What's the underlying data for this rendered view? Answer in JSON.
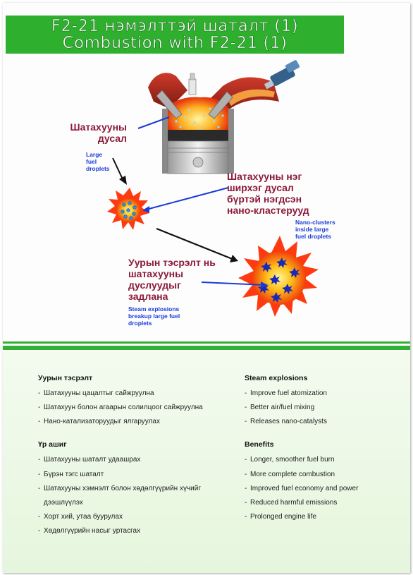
{
  "title": {
    "line1": "F2-21 нэмэлттэй шаталт (1)",
    "line2": "Combustion with F2-21 (1)"
  },
  "diagram": {
    "fuel_droplet": {
      "label_mn_1": "Шатахууны",
      "label_mn_2": "дусал",
      "label_en_1": "Large",
      "label_en_2": "fuel",
      "label_en_3": "droplets"
    },
    "nano_clusters": {
      "label_mn_1": "Шатахууны нэг",
      "label_mn_2": "ширхэг дусал",
      "label_mn_3": "бүртэй нэгдсэн",
      "label_mn_4": "нано-кластерууд",
      "label_en_1": "Nano-clusters",
      "label_en_2": "inside large",
      "label_en_3": "fuel droplets"
    },
    "steam_explosion": {
      "label_mn_1": "Уурын тэсрэлт нь",
      "label_mn_2": "шатахууны",
      "label_mn_3": "дуслуудыг",
      "label_mn_4": "задлана",
      "label_en_1": "Steam explosions",
      "label_en_2": "breakup large fuel",
      "label_en_3": "droplets"
    },
    "colors": {
      "label_mn": "#8b1a3a",
      "label_en": "#1a3cd6",
      "accent_green": "#2eb02e"
    }
  },
  "left": {
    "section1": {
      "heading": "Уурын тэсрэлт",
      "items": [
        "Шатахууны цацалтыг сайжруулна",
        "Шатахуун болон агаарын солилцоог сайжруулна",
        "Нано-катализаторуудыг ялгаруулах"
      ]
    },
    "section2": {
      "heading": "Үр ашиг",
      "items": [
        "Шатахууны шаталт удаашрах",
        "Бүрэн тэгс шаталт",
        "Шатахууны хэмнэлт болон хөдөлгүүрийн хүчийг",
        "Хорт хий, утаа буурулах",
        "Хөдөлгүүрийн насыг уртасгах"
      ],
      "item3_cont": "дээшлүүлэх"
    }
  },
  "right": {
    "section1": {
      "heading": "Steam explosions",
      "items": [
        "Improve fuel atomization",
        "Better air/fuel mixing",
        "Releases nano-catalysts"
      ]
    },
    "section2": {
      "heading": "Benefits",
      "items": [
        "Longer, smoother fuel burn",
        "More complete combustion",
        "Improved fuel economy and power",
        "Reduced harmful emissions",
        "Prolonged engine life"
      ]
    }
  },
  "dash": "-"
}
